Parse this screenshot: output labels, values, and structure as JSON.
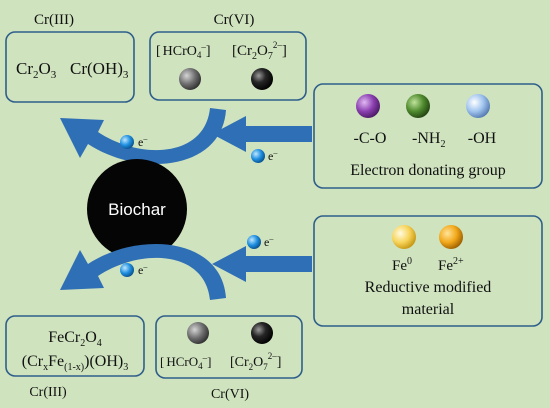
{
  "colors": {
    "background": "#cfe3bf",
    "box_border": "#2f5f8a",
    "arrow": "#2f6fb5",
    "electron": "#1e8fe0",
    "biochar": "#050505",
    "sphere_purple": "#8b3fb0",
    "sphere_green": "#4f8a2e",
    "sphere_lightblue": "#9fc3ee",
    "sphere_yellow": "#f7d45a",
    "sphere_orange": "#f2a81a",
    "sphere_gray": "#6f6f6f",
    "sphere_black": "#262626"
  },
  "top_left": {
    "title": "Cr(III)",
    "compound1": "Cr",
    "compound1_sub": "2",
    "compound1_tail": "O",
    "compound1_sub2": "3",
    "compound2": "Cr(OH)",
    "compound2_sub": "3"
  },
  "top_right": {
    "title": "Cr(VI)",
    "ion1_open": "[",
    "ion1": "HCrO",
    "ion1_sub": "4",
    "ion1_sup": "–",
    "ion1_close": "]",
    "ion2_open": "[",
    "ion2": "Cr",
    "ion2_sub": "2",
    "ion2_mid": "O",
    "ion2_sub2": "7",
    "ion2_sup": "2–",
    "ion2_close": "]"
  },
  "center": {
    "biochar_label": "Biochar",
    "electron_label": "e",
    "electron_sup": "–"
  },
  "donating_group": {
    "groups": [
      "-C-O",
      "-NH",
      "-OH"
    ],
    "nh_sub": "2",
    "caption": "Electron donating group"
  },
  "reductive": {
    "fe0": "Fe",
    "fe0_sup": "0",
    "fe2": "Fe",
    "fe2_sup": "2+",
    "caption_line1": "Reductive modified",
    "caption_line2": "material"
  },
  "bottom_left": {
    "line1": "FeCr",
    "line1_sub": "2",
    "line1_tail": "O",
    "line1_sub2": "4",
    "line2_a": "(Cr",
    "line2_sub_x": "x",
    "line2_b": "Fe",
    "line2_sub_1x": "(1-x)",
    "line2_c": ")(OH)",
    "line2_sub3": "3",
    "caption": "Cr(III)"
  },
  "bottom_right": {
    "caption": "Cr(VI)",
    "ion1_open": "[",
    "ion1": "HCrO",
    "ion1_sub": "4",
    "ion1_sup": "–",
    "ion1_close": "]",
    "ion2_open": "[",
    "ion2": "Cr",
    "ion2_sub": "2",
    "ion2_mid": "O",
    "ion2_sub2": "7",
    "ion2_sup": "2–",
    "ion2_close": "]"
  }
}
